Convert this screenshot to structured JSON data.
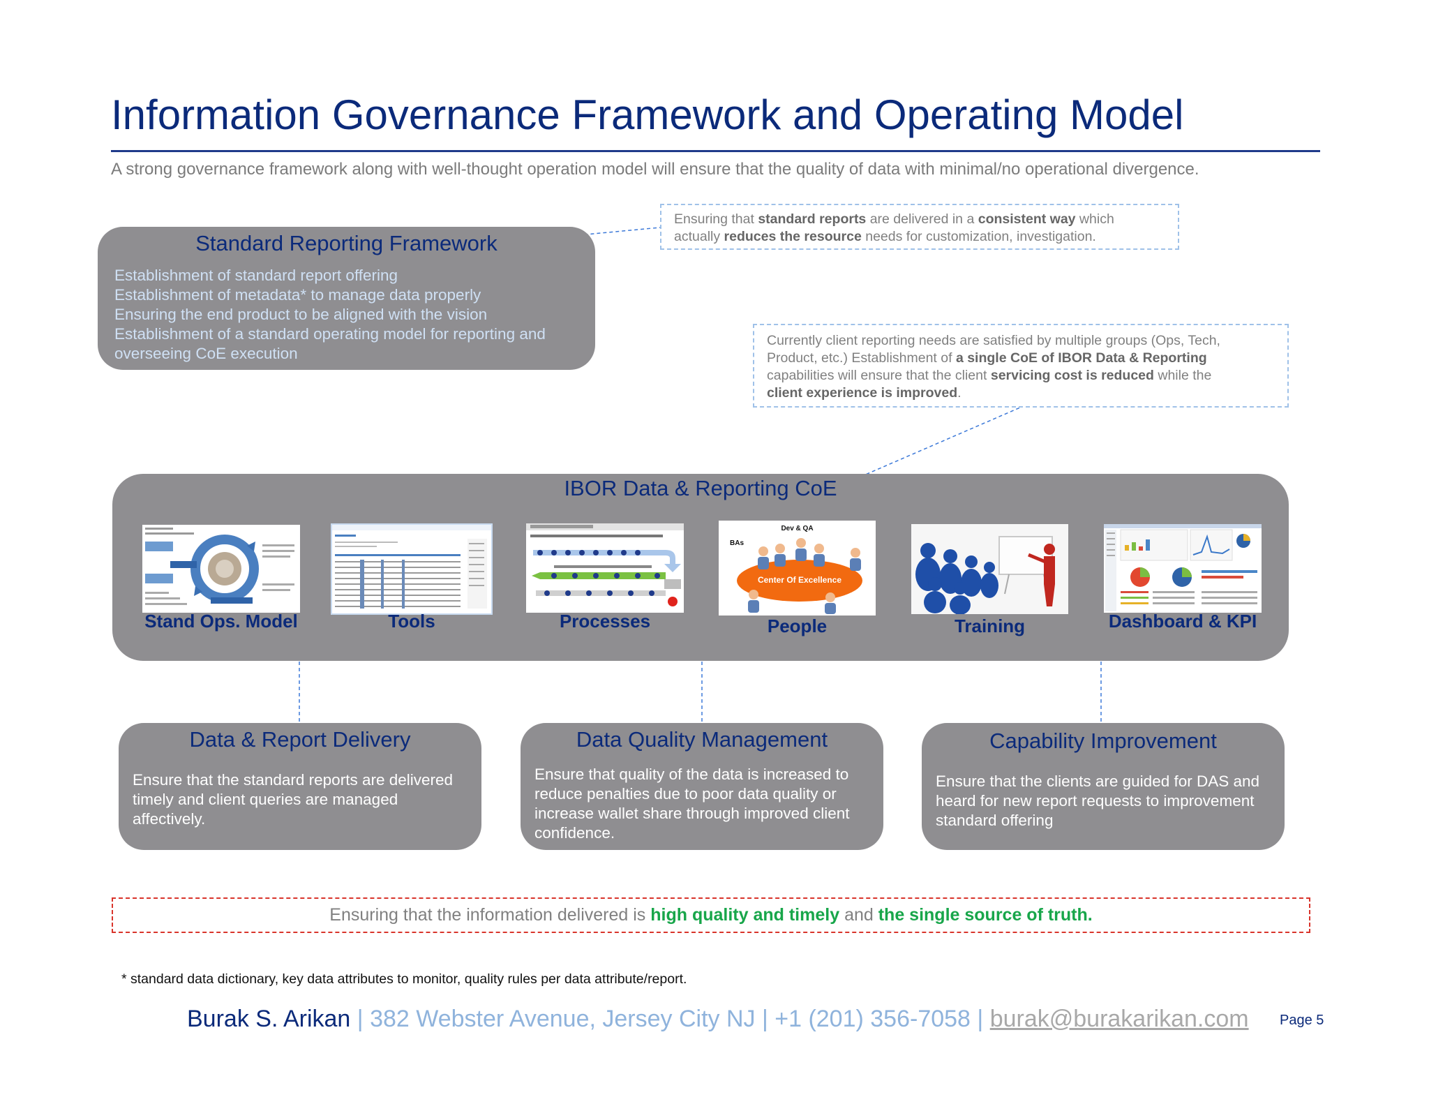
{
  "header": {
    "title": "Information Governance Framework and Operating Model",
    "subtitle": "A strong governance framework along with well-thought operation model will ensure that the quality of data with minimal/no operational divergence."
  },
  "standard_reporting": {
    "title": "Standard Reporting Framework",
    "items": [
      "Establishment of standard report offering",
      "Establishment of metadata* to manage data properly",
      "Ensuring the end product to be aligned with the vision",
      "Establishment of a standard operating model for reporting and",
      "overseeing CoE execution"
    ]
  },
  "note_standard": {
    "p1": "Ensuring that ",
    "b1": "standard reports",
    "p2": " are delivered in a ",
    "b2": "consistent way",
    "p3": " which",
    "p4": "actually ",
    "b3": "reduces the resource",
    "p5": " needs for customization, investigation."
  },
  "note_coe": {
    "p1": "Currently client reporting needs are satisfied by multiple groups (Ops, Tech,",
    "p2": "Product, etc.) Establishment of ",
    "b1": "a single CoE of IBOR Data & Reporting",
    "p3": "capabilities will ensure that the client ",
    "b2": "servicing cost is reduced",
    "p4": " while the",
    "b3": "client experience is improved",
    "p5": "."
  },
  "coe": {
    "title": "IBOR Data & Reporting CoE",
    "tiles": [
      "Stand Ops. Model",
      "Tools",
      "Processes",
      "People",
      "Training",
      "Dashboard  & KPI"
    ],
    "people_graphic": {
      "top_label": "Dev & QA",
      "left_label": "BAs",
      "center_label": "Center Of Excellence"
    }
  },
  "bottom_boxes": [
    {
      "title": "Data & Report Delivery",
      "text": "Ensure that the standard reports are delivered timely and client queries are managed affectively."
    },
    {
      "title": "Data Quality Management",
      "text": "Ensure that quality of the data is increased  to reduce penalties due to poor data quality or increase wallet share through improved client confidence."
    },
    {
      "title": "Capability Improvement",
      "text": "Ensure that the clients are guided for DAS and heard for new report requests to improvement standard offering"
    }
  ],
  "truth": {
    "p1": "Ensuring that the information delivered is ",
    "g1": "high quality and timely",
    "p2": " and ",
    "g2": "the  single source of truth",
    "g3": "."
  },
  "footnote": "* standard data dictionary, key data attributes to monitor, quality rules per data attribute/report.",
  "footer": {
    "name": "Burak S. Arikan",
    "address": " | 382 Webster Avenue, Jersey City NJ | +1 (201) 356-7058 | ",
    "email": "burak@burakarikan.com",
    "page": "Page 5"
  },
  "colors": {
    "title_blue": "#0b2a7a",
    "box_gray": "#8f8e91",
    "light_text": "#cfe0f4",
    "green": "#18a64a",
    "red_dash": "#d9342b",
    "blue_dash": "#9fc1e8"
  }
}
